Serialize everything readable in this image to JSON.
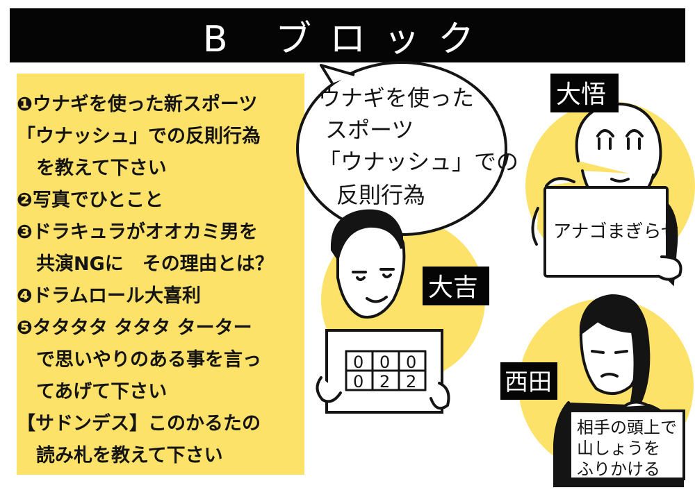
{
  "title": "B ブロック",
  "questions": [
    "❶ウナギを使った新スポーツ",
    "「ウナッシュ」での反則行為",
    "を教えて下さい",
    "❷写真でひとこと",
    "❸ドラキュラがオオカミ男を",
    "共演NGに　その理由とは？",
    "❹ドラムロール大喜利",
    "❺タタタタ タタタ ターター",
    "で思いやりのある事を言っ",
    "てあげて下さい",
    "【サドンデス】このかるたの",
    "読み札を教えて下さい"
  ],
  "speech_bubble": [
    "ウナギを使った",
    "スポーツ",
    "「ウナッシュ」での",
    "反則行為"
  ],
  "people": {
    "daigo": {
      "name": "大悟",
      "board": "アナゴまぎらせ"
    },
    "daikichi": {
      "name": "大吉",
      "board_grid": [
        [
          "0",
          "0",
          "0"
        ],
        [
          "0",
          "2",
          "2"
        ]
      ]
    },
    "nishida": {
      "name": "西田",
      "board": [
        "相手の頭上で",
        "山しょうを",
        "ふりかける"
      ]
    }
  },
  "colors": {
    "accent": "#fde26a",
    "title_bg": "#050505",
    "ink": "#141414"
  }
}
